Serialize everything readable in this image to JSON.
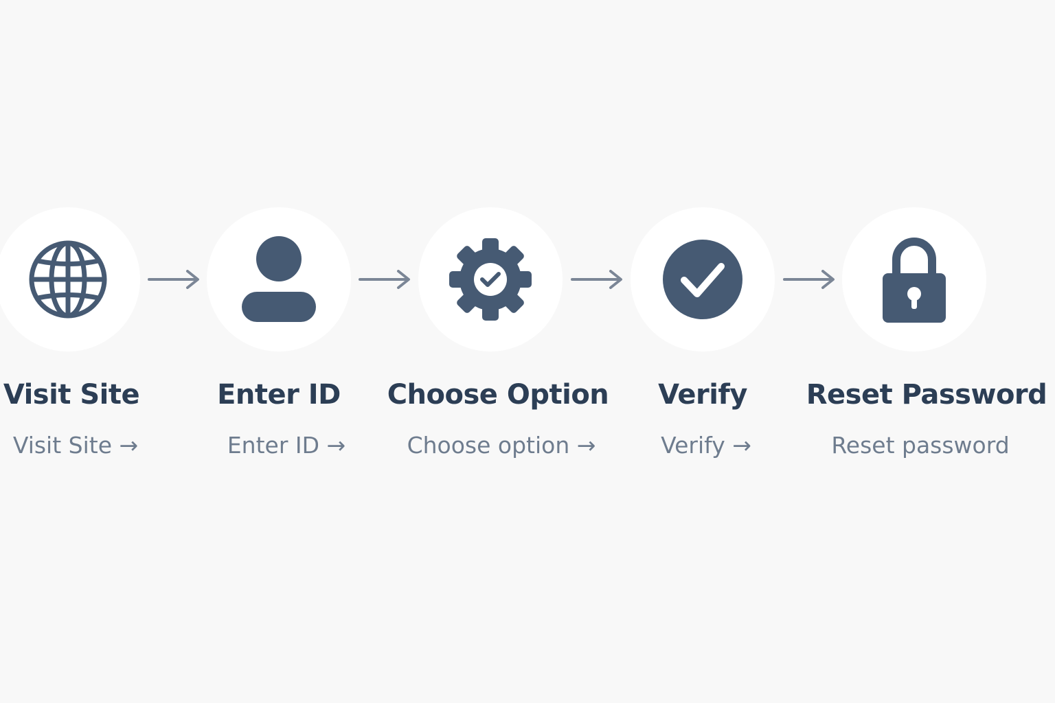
{
  "colors": {
    "background": "#f8f8f8",
    "circle": "#ffffff",
    "icon": "#465a73",
    "arrow": "#7b8696",
    "title": "#2c3e55",
    "subtitle": "#6e7c8e"
  },
  "steps": [
    {
      "icon": "globe-icon",
      "title": "Visit Site",
      "subtitle": "Visit Site →"
    },
    {
      "icon": "user-icon",
      "title": "Enter ID",
      "subtitle": "Enter ID →"
    },
    {
      "icon": "gear-check-icon",
      "title": "Choose Option",
      "subtitle": "Choose option →"
    },
    {
      "icon": "check-circle-icon",
      "title": "Verify",
      "subtitle": "Verify →"
    },
    {
      "icon": "lock-icon",
      "title": "Reset Password",
      "subtitle": "Reset password"
    }
  ]
}
